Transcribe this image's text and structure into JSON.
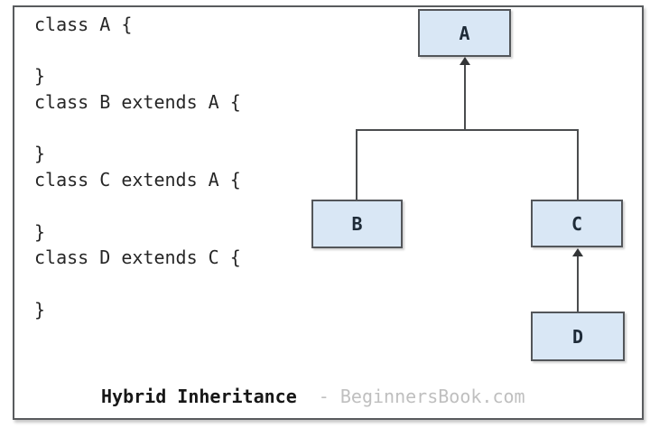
{
  "code": {
    "lines": [
      "class A {",
      "",
      "}",
      "class B extends A {",
      "",
      "}",
      "class C extends A {",
      "",
      "}",
      "class D extends C {",
      "",
      "}"
    ]
  },
  "diagram": {
    "type": "inheritance-tree",
    "nodes": [
      {
        "id": "A",
        "label": "A"
      },
      {
        "id": "B",
        "label": "B"
      },
      {
        "id": "C",
        "label": "C"
      },
      {
        "id": "D",
        "label": "D"
      }
    ],
    "edges": [
      {
        "from": "B",
        "to": "A"
      },
      {
        "from": "C",
        "to": "A"
      },
      {
        "from": "D",
        "to": "C"
      }
    ],
    "node_fill": "#d9e7f5",
    "node_border": "#53565a",
    "line_color": "#4a4c4e"
  },
  "caption": {
    "title": "Hybrid Inheritance",
    "source": "- BeginnersBook.com",
    "source_color": "#bfbfbf"
  }
}
